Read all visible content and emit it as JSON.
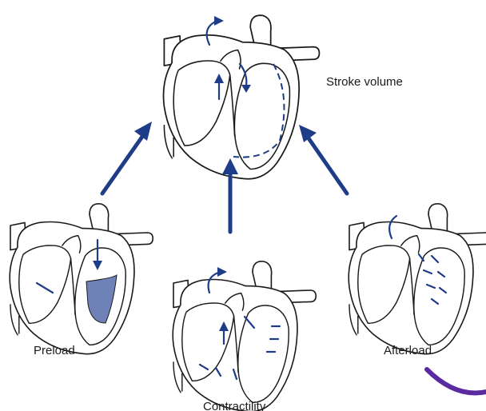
{
  "labels": {
    "stroke_volume": "Stroke volume",
    "preload": "Preload",
    "contractility": "Contractility",
    "afterload": "Afterload"
  },
  "colors": {
    "arrow": "#1f3c88",
    "outline": "#1b1b1b",
    "ventricle_fill": "#6f82b8",
    "corner_swoosh": "#5b2aa0"
  },
  "icons": {
    "hearts": "heart-cross-section-icon",
    "arrows": "arrow-up-icon"
  }
}
